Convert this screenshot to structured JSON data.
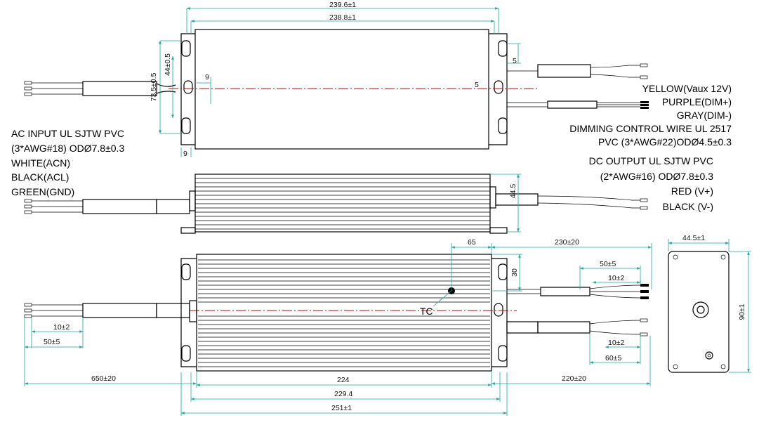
{
  "dimensions": {
    "top_overall": "239.6±1",
    "top_body": "238.8±1",
    "left_height": "73.5±0.5",
    "left_inner": "44±0.5",
    "left_hole_small": "9",
    "left_bottom": "9",
    "right_tab": "5",
    "center_offset": "5",
    "side_height": "44.5",
    "bottom_65": "65",
    "bottom_230": "230±20",
    "bottom_30": "30",
    "out_50": "50±5",
    "out_10_top": "10±2",
    "out_10_bottom": "10±2",
    "out_60": "60±5",
    "in_10": "10±2",
    "in_50": "50±5",
    "in_650": "650±20",
    "body_224": "224",
    "body_229": "229.4",
    "body_251": "251±1",
    "out_220": "220±20",
    "end_width": "44.5±1",
    "end_height": "90±1",
    "tc_label": "TC"
  },
  "labels": {
    "ac_input": [
      "AC INPUT UL SJTW  PVC",
      "(3*AWG#18) ODØ7.8±0.3",
      "WHITE(ACN)",
      "BLACK(ACL)",
      "GREEN(GND)"
    ],
    "dimming": [
      "YELLOW(Vaux 12V)",
      "PURPLE(DIM+)",
      "GRAY(DIM-)",
      "DIMMING CONTROL WIRE UL 2517",
      "PVC (3*AWG#22)ODØ4.5±0.3"
    ],
    "dc_output": [
      "DC OUTPUT UL SJTW  PVC",
      "(2*AWG#16) ODØ7.8±0.3",
      "RED  (V+)",
      "BLACK (V-)"
    ]
  }
}
